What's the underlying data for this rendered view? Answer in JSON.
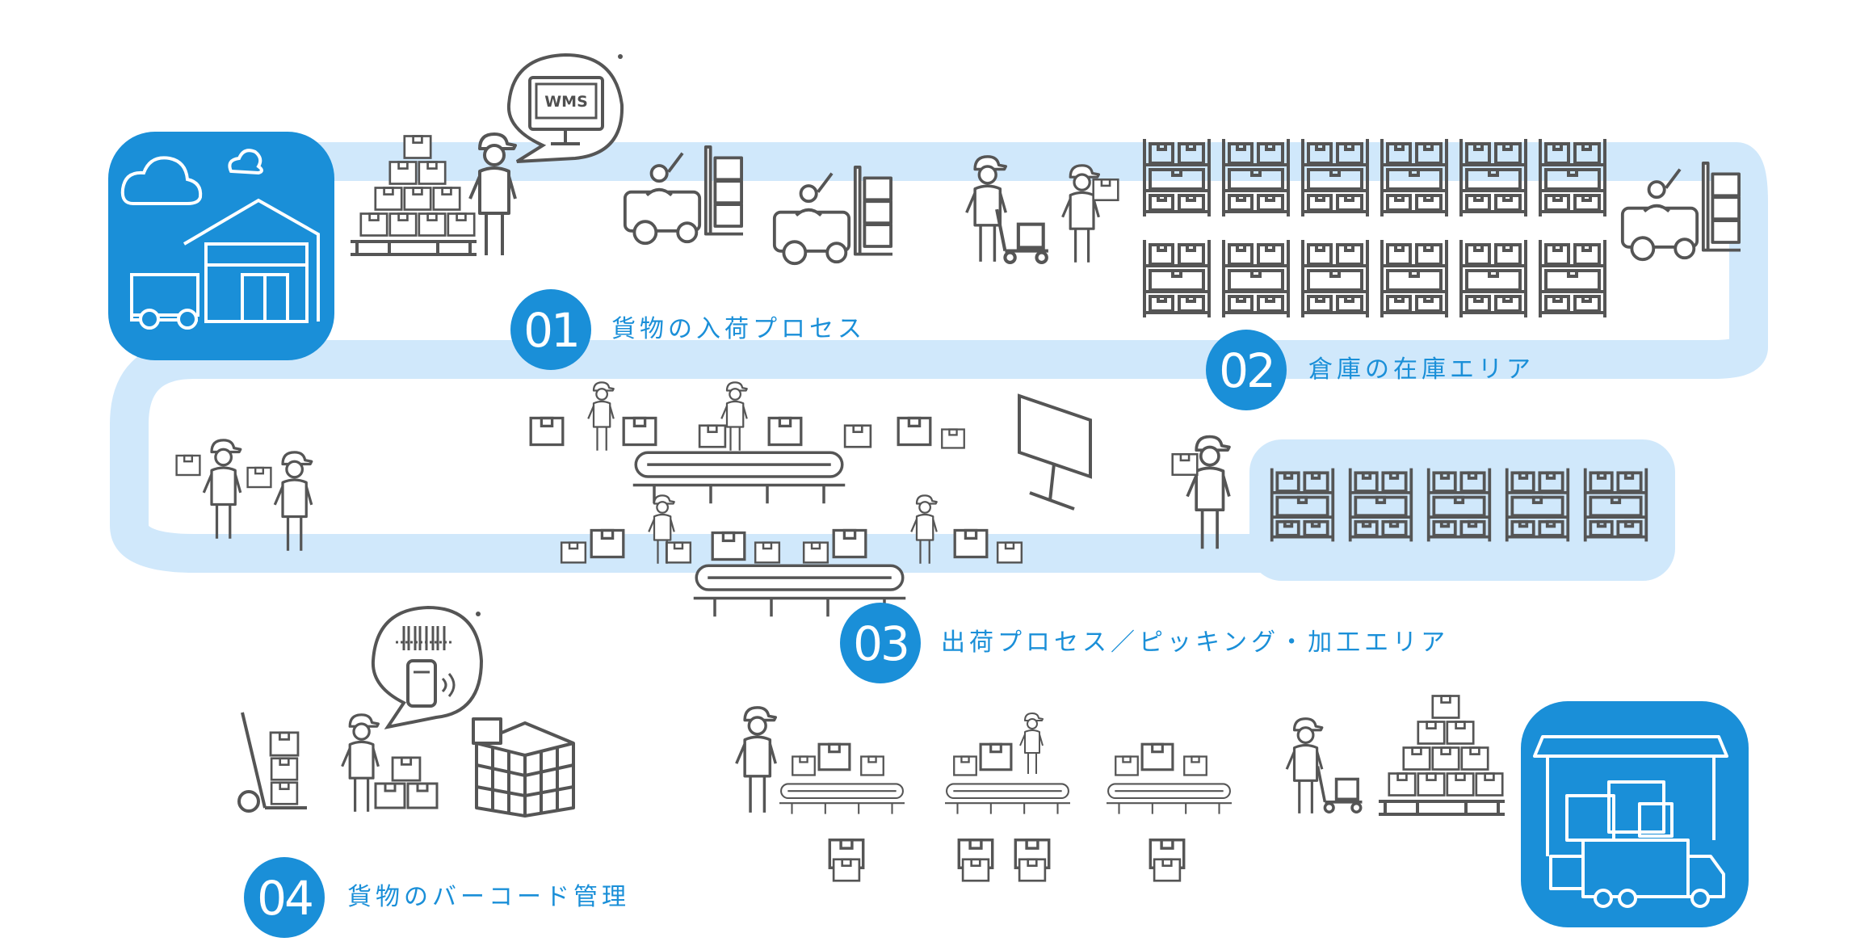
{
  "colors": {
    "path": "#d0e8fb",
    "accent": "#1a8fd8",
    "line": "#555555",
    "white": "#ffffff"
  },
  "wms_label": "WMS",
  "steps": [
    {
      "number": "01",
      "label": "貨物の入荷プロセス"
    },
    {
      "number": "02",
      "label": "倉庫の在庫エリア"
    },
    {
      "number": "03",
      "label": "出荷プロセス／ピッキング・加工エリア"
    },
    {
      "number": "04",
      "label": "貨物のバーコード管理"
    }
  ],
  "icons": {
    "warehouse": "warehouse-with-truck-icon",
    "delivery": "delivery-truck-icon",
    "wms": "wms-monitor-bubble-icon",
    "scanner": "barcode-smartphone-bubble-icon",
    "forklift": "forklift-icon",
    "shelf": "storage-shelf-icon",
    "conveyor": "conveyor-belt-icon",
    "worker": "worker-icon",
    "pallet": "box-pallet-icon",
    "cart": "hand-cart-icon",
    "dolly": "hand-truck-icon",
    "cube": "box-stack-cube-icon",
    "monitor": "monitor-stand-icon",
    "box": "box-icon"
  }
}
